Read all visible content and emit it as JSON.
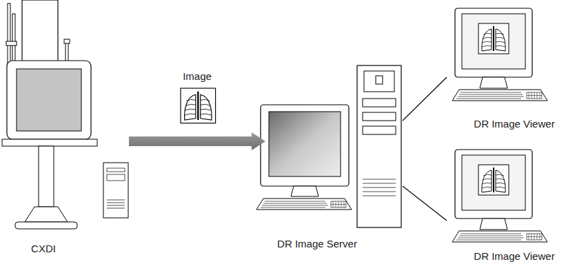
{
  "diagram": {
    "nodes": [
      {
        "text": [
          "CXDI"
        ]
      },
      {
        "text": [
          "DR Image Server"
        ]
      },
      {
        "text": [
          "DR Image Viewer"
        ]
      },
      {
        "text": [
          "DR Image Viewer"
        ]
      }
    ],
    "edges": [
      {
        "from": 0,
        "to": 1,
        "arrow": "to",
        "label": "Image"
      },
      {
        "from": 1,
        "to": 2,
        "arrow": "none"
      },
      {
        "from": 1,
        "to": 3,
        "arrow": "none"
      }
    ]
  }
}
